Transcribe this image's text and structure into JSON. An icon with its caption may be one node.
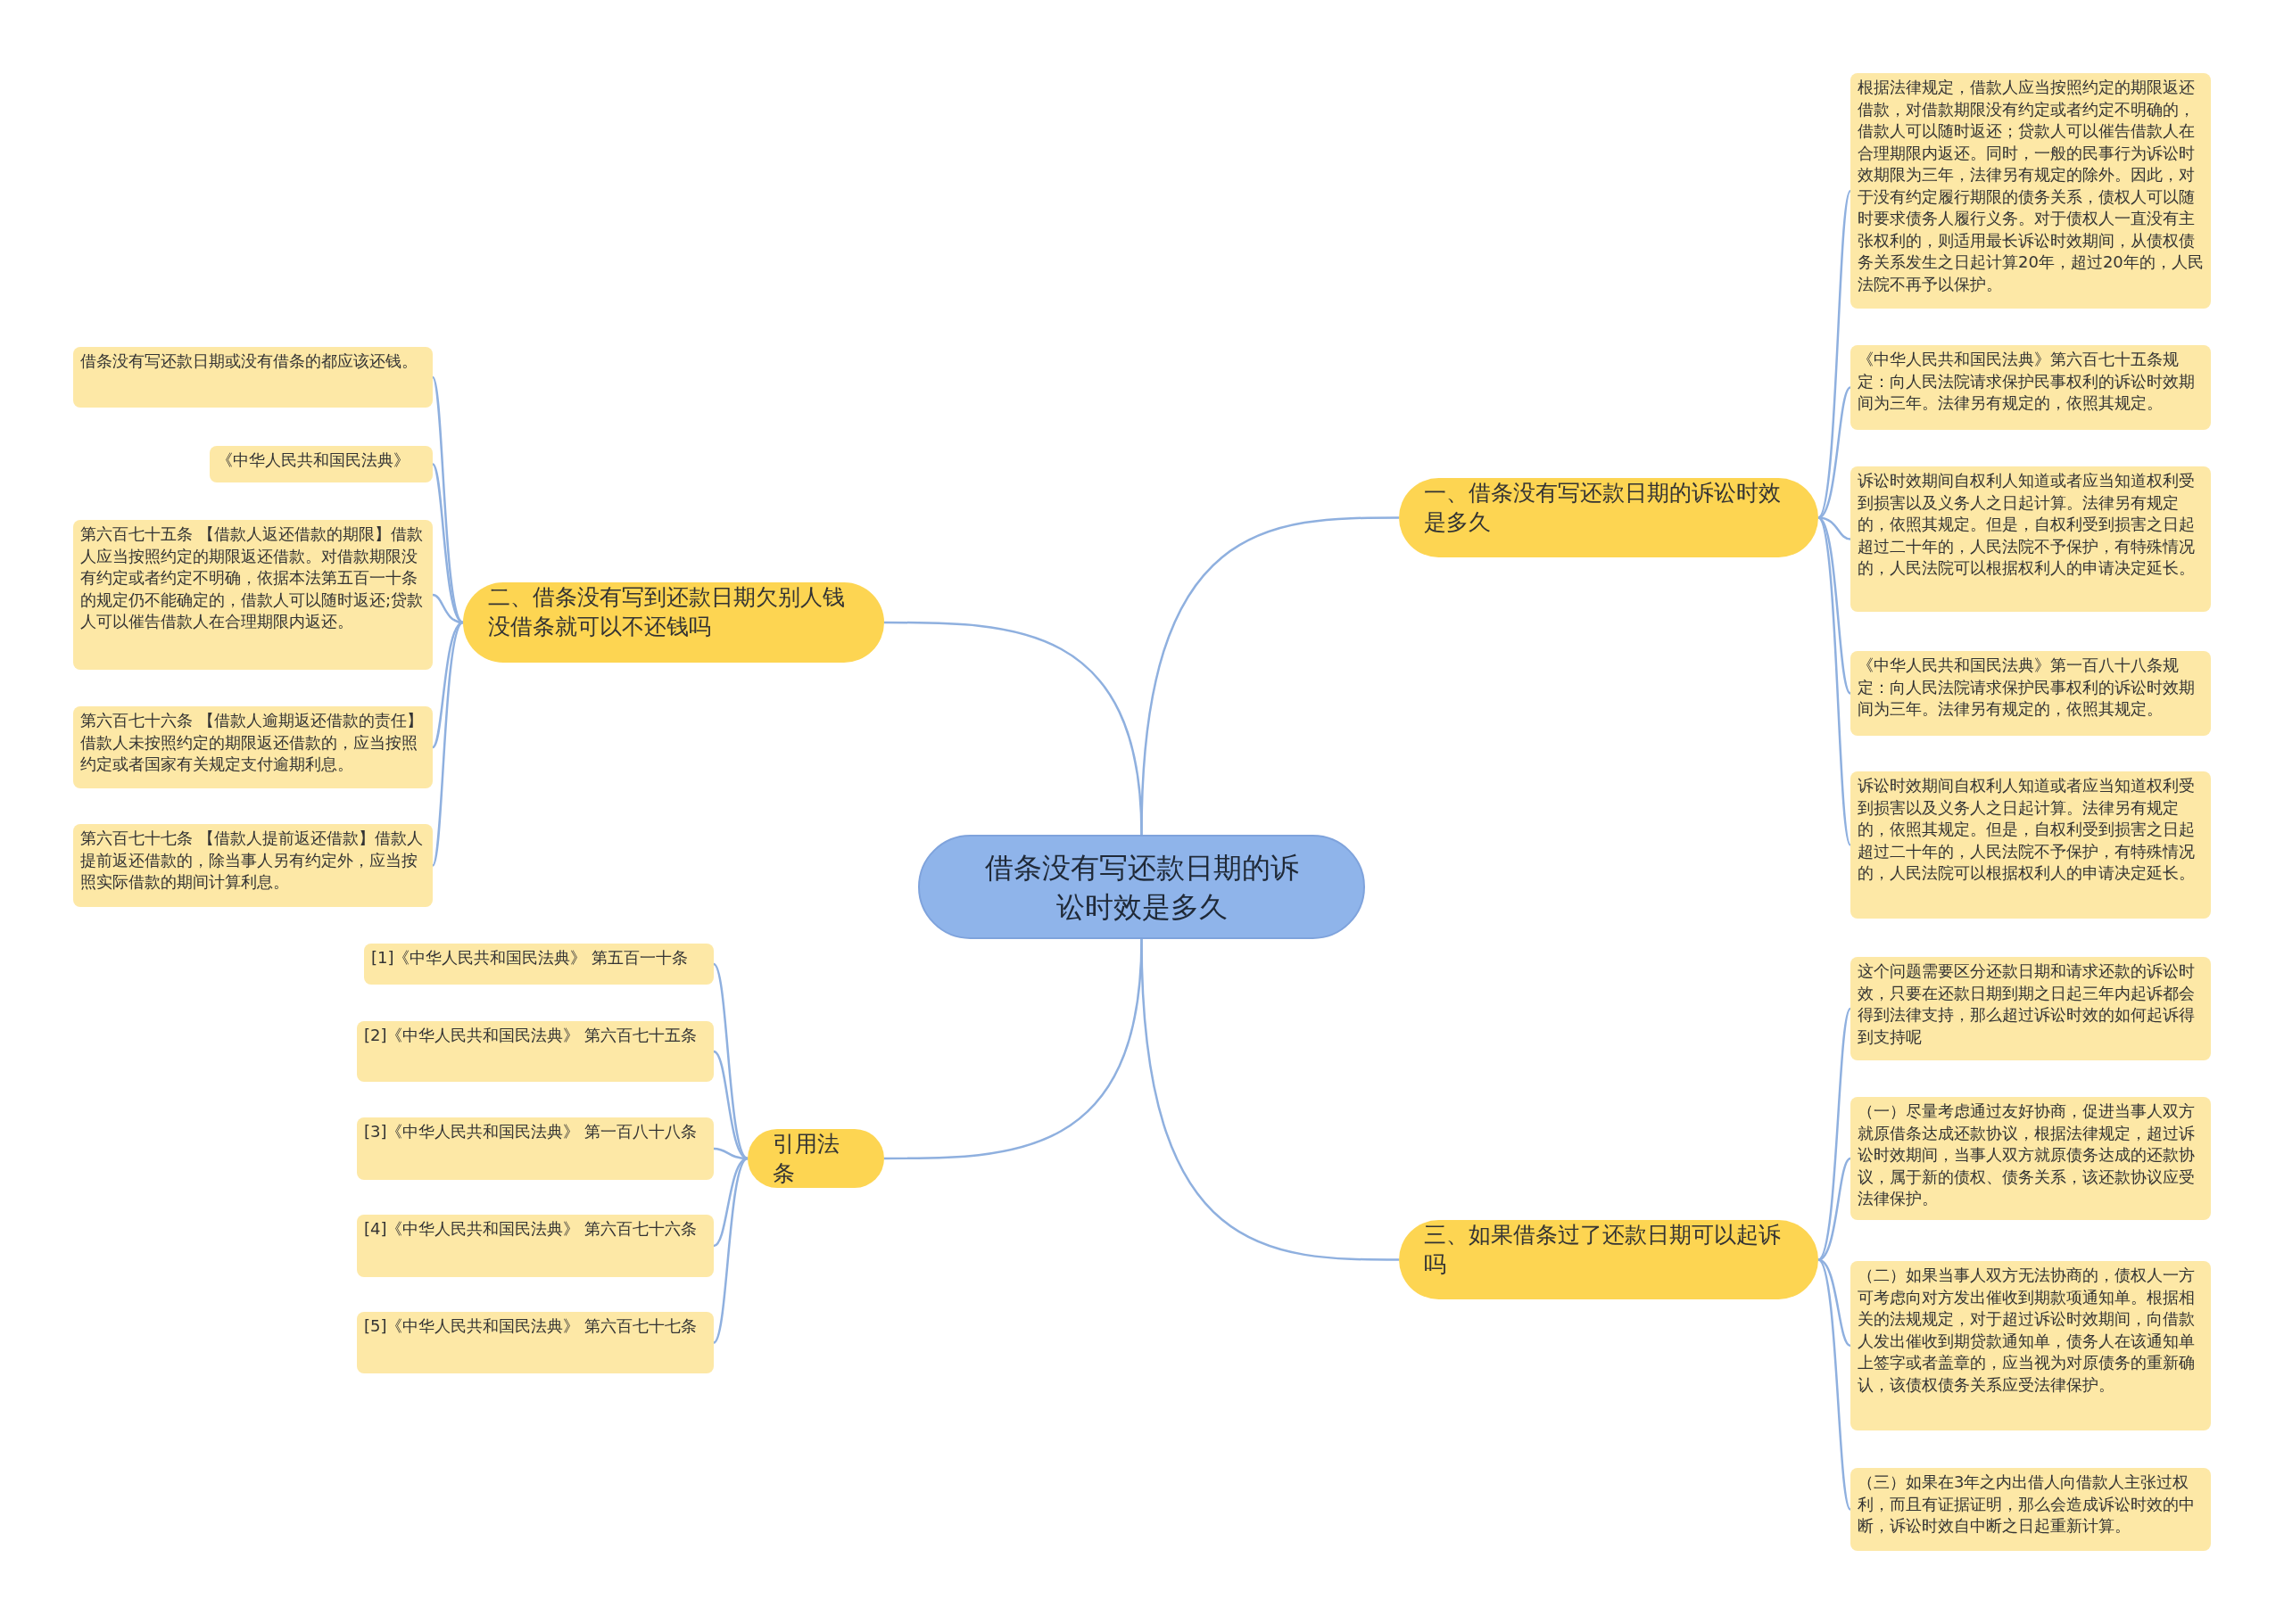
{
  "diagram": {
    "nodes": [
      {
        "text": [
          "借条没有写还款日期的诉讼时效是多久"
        ]
      },
      {
        "text": [
          "一、借条没有写还款日期的诉讼时效是多久"
        ]
      },
      {
        "text": [
          "根据法律规定，借款人应当按照约定的期限返还借款，对借款期限没有约定或者约定不明确的，借款人可以随时返还；贷款人可以催告借款人在合理期限内返还。同时，一般的民事行为诉讼时效期限为三年，法律另有规定的除外。因此，对于没有约定履行期限的债务关系，债权人可以随时要求债务人履行义务。对于债权人一直没有主张权利的，则适用最长诉讼时效期间，从债权债务关系发生之日起计算20年，超过20年的，人民法院不再予以保护。"
        ]
      },
      {
        "text": [
          "《中华人民共和国民法典》第六百七十五条规定：向人民法院请求保护民事权利的诉讼时效期间为三年。法律另有规定的，依照其规定。"
        ]
      },
      {
        "text": [
          "诉讼时效期间自权利人知道或者应当知道权利受到损害以及义务人之日起计算。法律另有规定的，依照其规定。但是，自权利受到损害之日起超过二十年的，人民法院不予保护，有特殊情况的，人民法院可以根据权利人的申请决定延长。"
        ]
      },
      {
        "text": [
          "《中华人民共和国民法典》第一百八十八条规定：向人民法院请求保护民事权利的诉讼时效期间为三年。法律另有规定的，依照其规定。"
        ]
      },
      {
        "text": [
          "诉讼时效期间自权利人知道或者应当知道权利受到损害以及义务人之日起计算。法律另有规定的，依照其规定。但是，自权利受到损害之日起超过二十年的，人民法院不予保护，有特殊情况的，人民法院可以根据权利人的申请决定延长。"
        ]
      },
      {
        "text": [
          "二、借条没有写到还款日期欠别人钱没借条就可以不还钱吗"
        ]
      },
      {
        "text": [
          "借条没有写还款日期或没有借条的都应该还钱。"
        ]
      },
      {
        "text": [
          "《中华人民共和国民法典》"
        ]
      },
      {
        "text": [
          "第六百七十五条 【借款人返还借款的期限】借款人应当按照约定的期限返还借款。对借款期限没有约定或者约定不明确，依据本法第五百一十条的规定仍不能确定的，借款人可以随时返还;贷款人可以催告借款人在合理期限内返还。"
        ]
      },
      {
        "text": [
          "第六百七十六条 【借款人逾期返还借款的责任】借款人未按照约定的期限返还借款的，应当按照约定或者国家有关规定支付逾期利息。"
        ]
      },
      {
        "text": [
          "第六百七十七条 【借款人提前返还借款】借款人提前返还借款的，除当事人另有约定外，应当按照实际借款的期间计算利息。"
        ]
      },
      {
        "text": [
          "引用法条"
        ]
      },
      {
        "text": [
          "[1]《中华人民共和国民法典》 第五百一十条"
        ]
      },
      {
        "text": [
          "[2]《中华人民共和国民法典》 第六百七十五条"
        ]
      },
      {
        "text": [
          "[3]《中华人民共和国民法典》 第一百八十八条"
        ]
      },
      {
        "text": [
          "[4]《中华人民共和国民法典》 第六百七十六条"
        ]
      },
      {
        "text": [
          "[5]《中华人民共和国民法典》 第六百七十七条"
        ]
      },
      {
        "text": [
          "三、如果借条过了还款日期可以起诉吗"
        ]
      },
      {
        "text": [
          "这个问题需要区分还款日期和请求还款的诉讼时效，只要在还款日期到期之日起三年内起诉都会得到法律支持，那么超过诉讼时效的如何起诉得到支持呢"
        ]
      },
      {
        "text": [
          "（一）尽量考虑通过友好协商，促进当事人双方就原借条达成还款协议，根据法律规定，超过诉讼时效期间，当事人双方就原债务达成的还款协议，属于新的债权、债务关系，该还款协议应受法律保护。"
        ]
      },
      {
        "text": [
          "（二）如果当事人双方无法协商的，债权人一方可考虑向对方发出催收到期款项通知单。根据相关的法规规定，对于超过诉讼时效期间，向借款人发出催收到期贷款通知单，债务人在该通知单上签字或者盖章的，应当视为对原债务的重新确认，该债权债务关系应受法律保护。"
        ]
      },
      {
        "text": [
          "（三）如果在3年之内出借人向借款人主张过权利，而且有证据证明，那么会造成诉讼时效的中断，诉讼时效自中断之日起重新计算。"
        ]
      }
    ],
    "edges": [
      {
        "from": 0,
        "to": 1,
        "arrow": "none"
      },
      {
        "from": 1,
        "to": 2,
        "arrow": "none"
      },
      {
        "from": 1,
        "to": 3,
        "arrow": "none"
      },
      {
        "from": 1,
        "to": 4,
        "arrow": "none"
      },
      {
        "from": 1,
        "to": 5,
        "arrow": "none"
      },
      {
        "from": 1,
        "to": 6,
        "arrow": "none"
      },
      {
        "from": 0,
        "to": 7,
        "arrow": "none"
      },
      {
        "from": 7,
        "to": 8,
        "arrow": "none"
      },
      {
        "from": 7,
        "to": 9,
        "arrow": "none"
      },
      {
        "from": 7,
        "to": 10,
        "arrow": "none"
      },
      {
        "from": 7,
        "to": 11,
        "arrow": "none"
      },
      {
        "from": 7,
        "to": 12,
        "arrow": "none"
      },
      {
        "from": 0,
        "to": 13,
        "arrow": "none"
      },
      {
        "from": 13,
        "to": 14,
        "arrow": "none"
      },
      {
        "from": 13,
        "to": 15,
        "arrow": "none"
      },
      {
        "from": 13,
        "to": 16,
        "arrow": "none"
      },
      {
        "from": 13,
        "to": 17,
        "arrow": "none"
      },
      {
        "from": 13,
        "to": 18,
        "arrow": "none"
      },
      {
        "from": 0,
        "to": 19,
        "arrow": "none"
      },
      {
        "from": 19,
        "to": 20,
        "arrow": "none"
      },
      {
        "from": 19,
        "to": 21,
        "arrow": "none"
      },
      {
        "from": 19,
        "to": 22,
        "arrow": "none"
      },
      {
        "from": 19,
        "to": 23,
        "arrow": "none"
      }
    ]
  }
}
